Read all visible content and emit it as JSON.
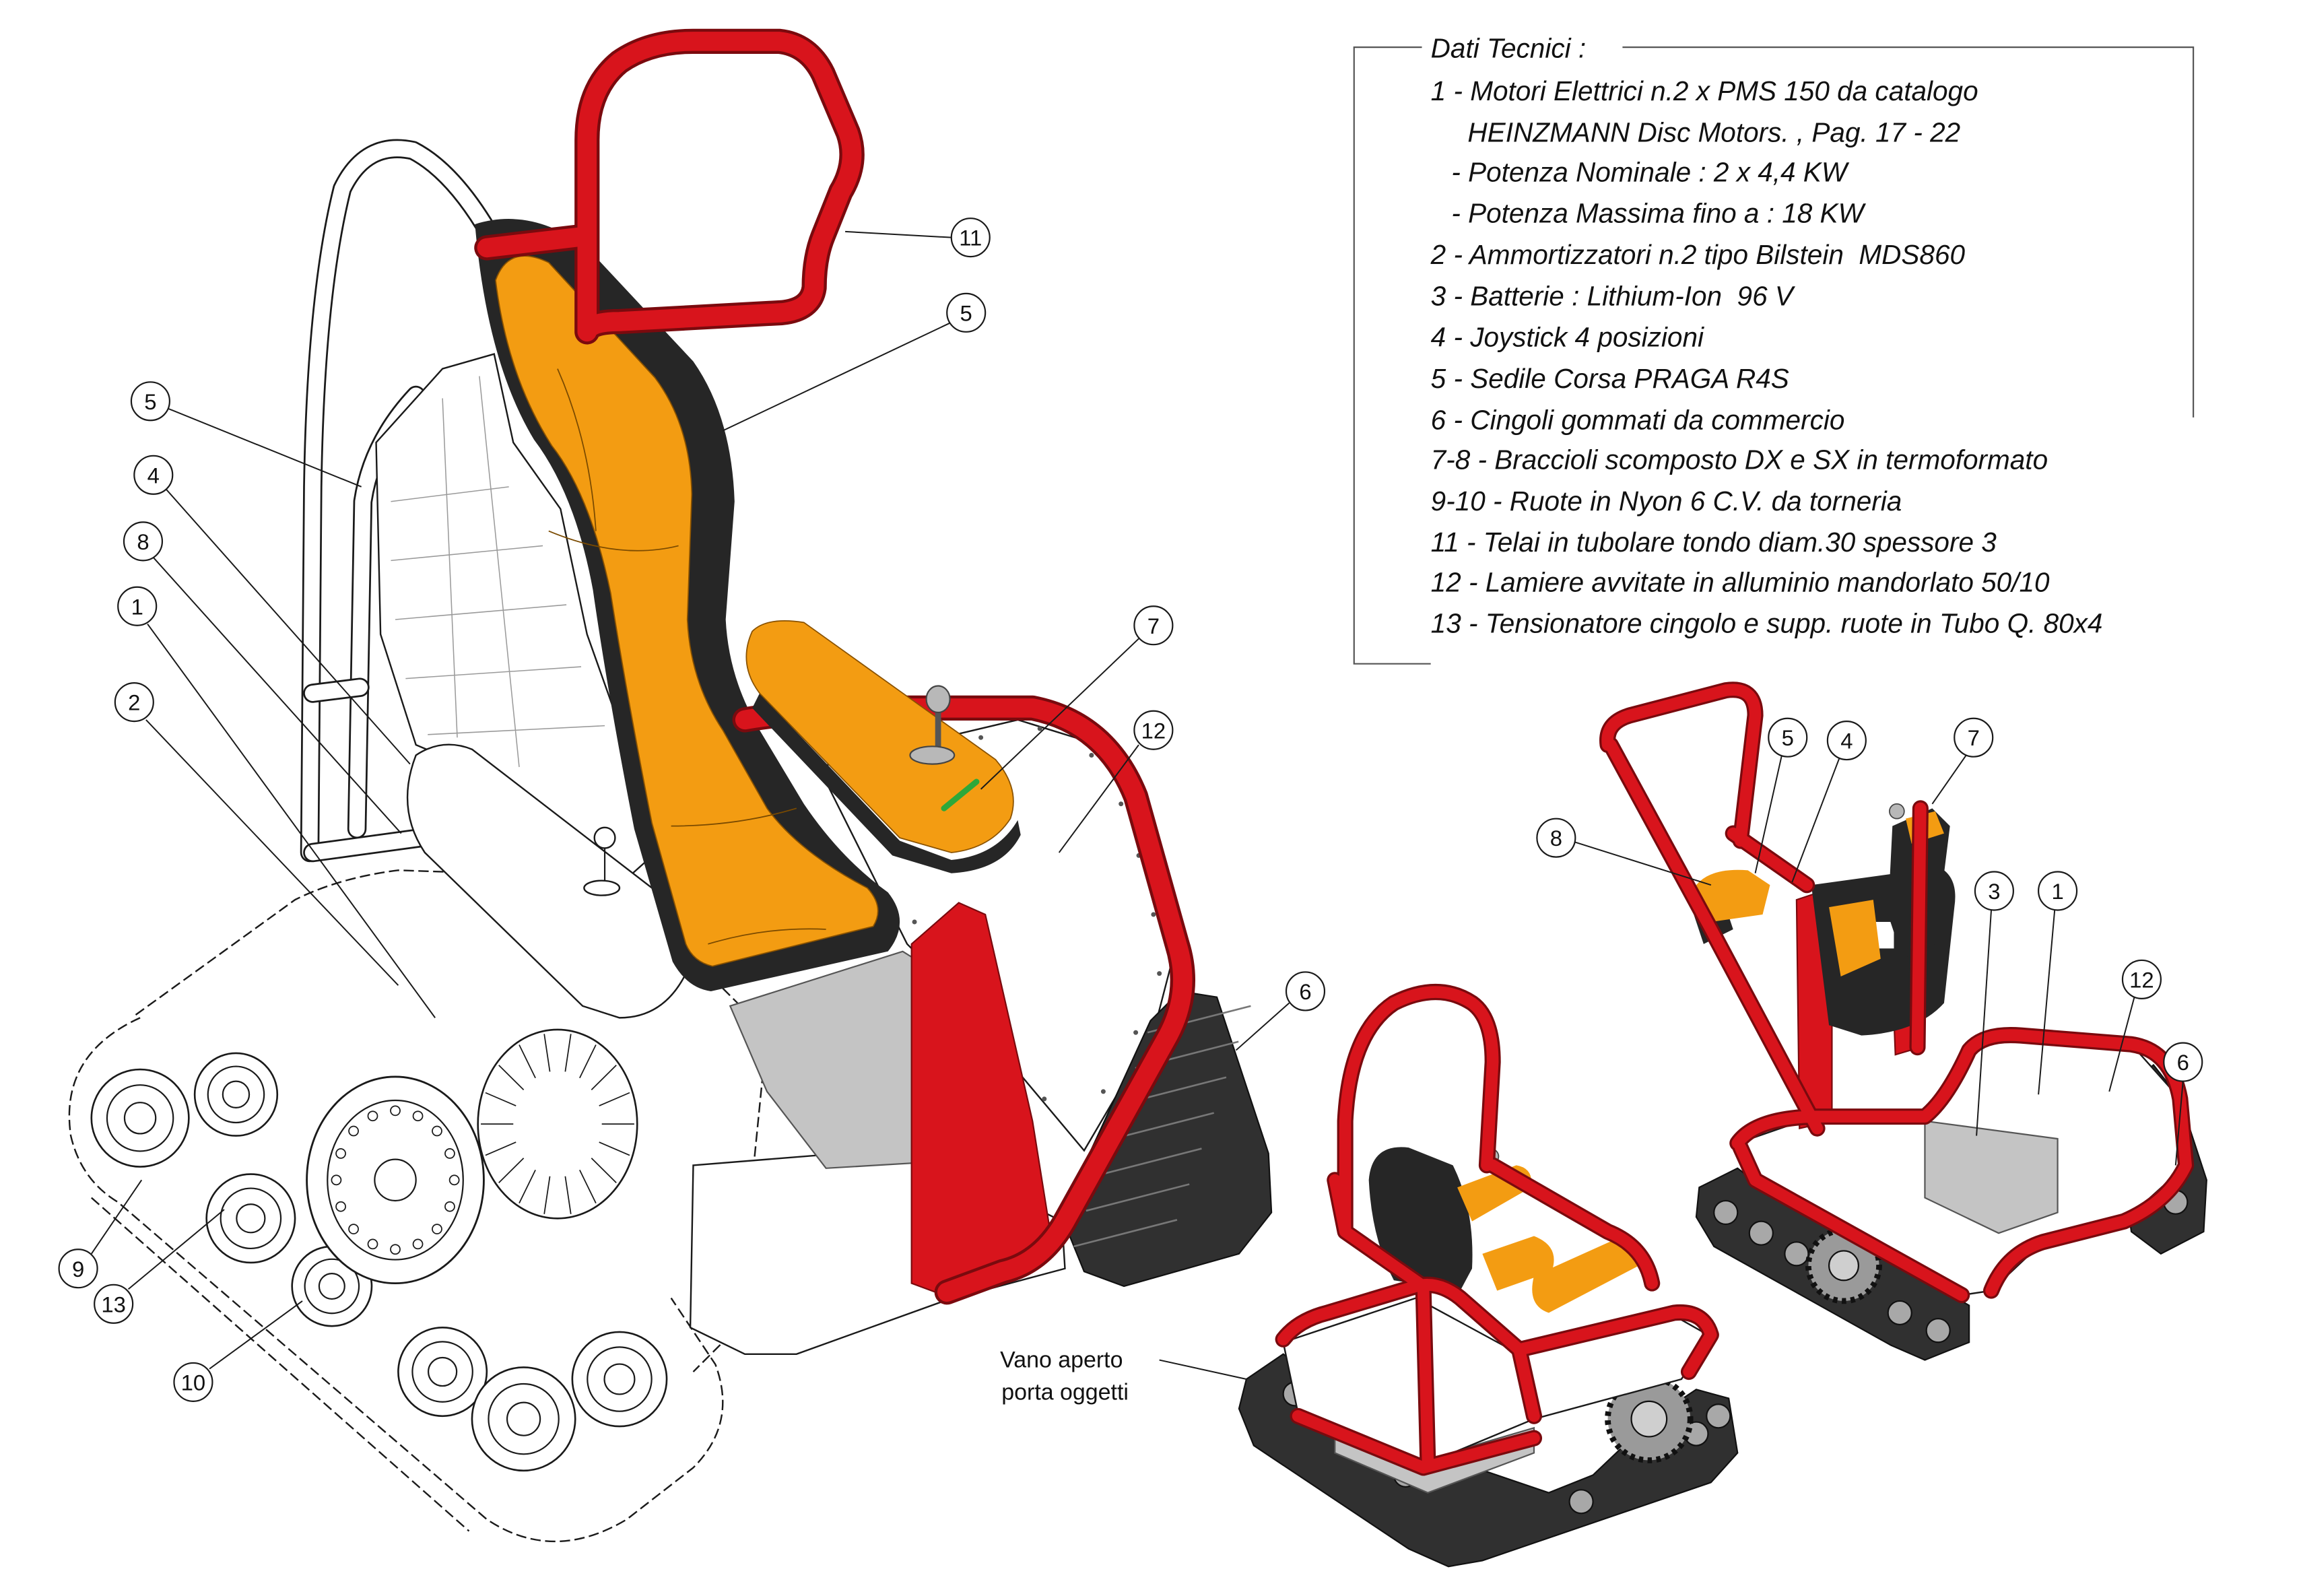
{
  "spec_panel": {
    "title": "Dati Tecnici :",
    "lines": [
      "1 - Motori Elettrici n.2 x PMS 150 da catalogo",
      "HEINZMANN Disc Motors. , Pag. 17 - 22",
      "- Potenza Nominale : 2 x 4,4 KW",
      "- Potenza Massima fino a : 18 KW",
      "2 - Ammortizzatori n.2 tipo Bilstein  MDS860",
      "3 - Batterie : Lithium-Ion  96 V",
      "4 - Joystick 4 posizioni",
      "5 - Sedile Corsa PRAGA R4S",
      "6 - Cingoli gommati da commercio",
      "7-8 - Braccioli scomposto DX e SX in termoformato",
      "9-10 - Ruote in Nyon 6 C.V. da torneria",
      "11 - Telai in tubolare tondo diam.30 spessore 3",
      "12 - Lamiere avvitate in alluminio mandorlato 50/10",
      "13 - Tensionatore cingolo e supp. ruote in Tubo Q. 80x4"
    ]
  },
  "callouts": {
    "main": [
      "11",
      "5",
      "5",
      "4",
      "8",
      "1",
      "2",
      "7",
      "12",
      "6",
      "9",
      "13",
      "10"
    ],
    "right": [
      "5",
      "4",
      "7",
      "8",
      "3",
      "1",
      "12",
      "6"
    ]
  },
  "note": {
    "line1": "Vano aperto",
    "line2": "porta oggetti"
  },
  "colors": {
    "frame_red": "#d8141c",
    "seat_orange": "#f39c12",
    "shell_black": "#262626",
    "track_black": "#303030",
    "panel_grey": "#c4c4c4",
    "joystick_grey": "#b8b8b8",
    "lever_green": "#2ea83a"
  }
}
